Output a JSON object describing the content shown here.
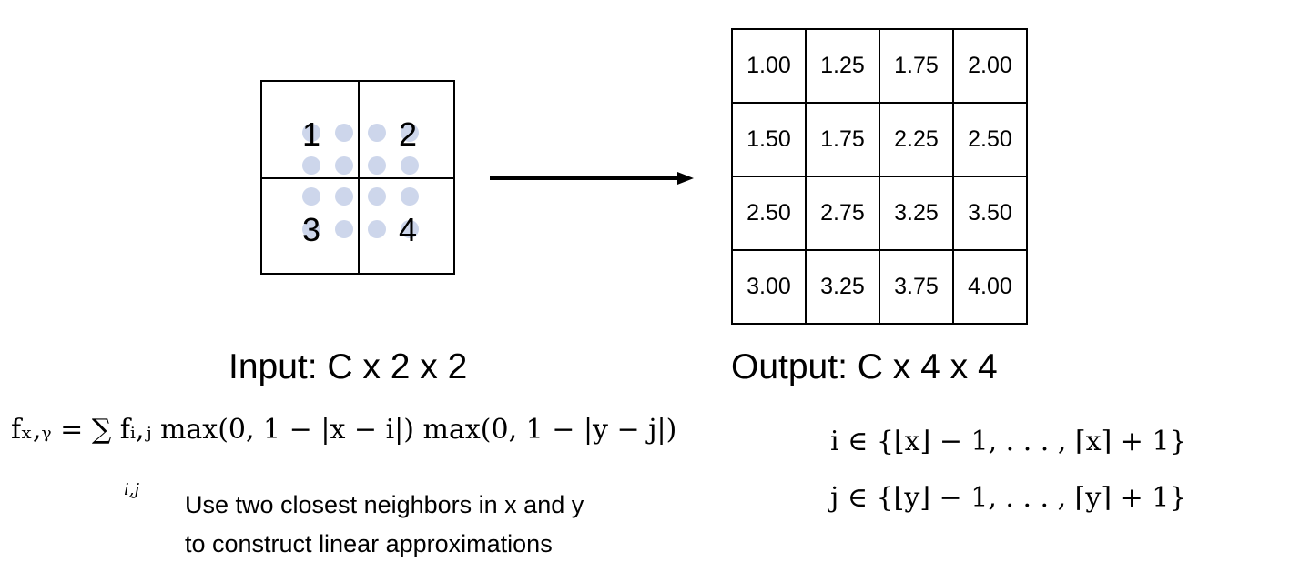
{
  "input": {
    "values": [
      "1",
      "2",
      "3",
      "4"
    ],
    "caption": "Input: C x 2 x 2",
    "sample_dot_color": "#cdd6eb"
  },
  "output": {
    "rows": [
      [
        "1.00",
        "1.25",
        "1.75",
        "2.00"
      ],
      [
        "1.50",
        "1.75",
        "2.25",
        "2.50"
      ],
      [
        "2.50",
        "2.75",
        "3.25",
        "3.50"
      ],
      [
        "3.00",
        "3.25",
        "3.75",
        "4.00"
      ]
    ],
    "caption": "Output: C x 4 x 4"
  },
  "formula": {
    "main": "fₓ,ᵧ = ∑ fᵢ,ⱼ max(0, 1 − |x − i|) max(0, 1 − |y − j|)",
    "sum_subscript": "i,j",
    "i_set": "i ∈ {⌊x⌋ − 1, . . . , ⌈x⌉ + 1}",
    "j_set": "j ∈ {⌊y⌋ − 1, . . . , ⌈y⌉ + 1}"
  },
  "note": {
    "line1": "Use two closest neighbors in x and y",
    "line2": "to construct linear approximations"
  }
}
